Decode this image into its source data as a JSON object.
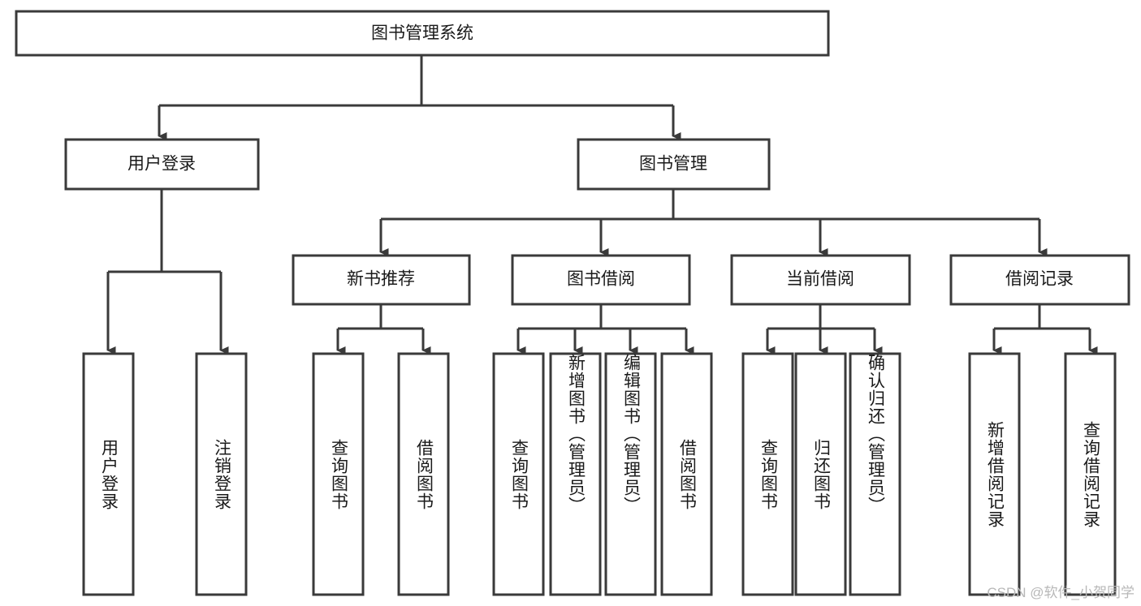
{
  "diagram": {
    "title": "图书管理系统",
    "type": "functional-structure-tree",
    "root": {
      "id": "root",
      "label": "图书管理系统"
    },
    "level2": [
      {
        "id": "user-login",
        "label": "用户登录"
      },
      {
        "id": "book-manage",
        "label": "图书管理"
      }
    ],
    "level3": [
      {
        "id": "new-book-recommend",
        "label": "新书推荐",
        "parent": "book-manage"
      },
      {
        "id": "book-borrow",
        "label": "图书借阅",
        "parent": "book-manage"
      },
      {
        "id": "current-borrow",
        "label": "当前借阅",
        "parent": "book-manage"
      },
      {
        "id": "borrow-record",
        "label": "借阅记录",
        "parent": "book-manage"
      }
    ],
    "leaves": {
      "user-login": [
        {
          "id": "leaf-user-login",
          "label": "用户登录"
        },
        {
          "id": "leaf-user-logout",
          "label": "注销登录"
        }
      ],
      "new-book-recommend": [
        {
          "id": "leaf-query-book-1",
          "label": "查询图书"
        },
        {
          "id": "leaf-borrow-book-1",
          "label": "借阅图书"
        }
      ],
      "book-borrow": [
        {
          "id": "leaf-query-book-2",
          "label": "查询图书"
        },
        {
          "id": "leaf-add-book",
          "label": "新增图书（管理员）"
        },
        {
          "id": "leaf-edit-book",
          "label": "编辑图书（管理员）"
        },
        {
          "id": "leaf-borrow-book-2",
          "label": "借阅图书"
        }
      ],
      "current-borrow": [
        {
          "id": "leaf-query-book-3",
          "label": "查询图书"
        },
        {
          "id": "leaf-return-book",
          "label": "归还图书"
        },
        {
          "id": "leaf-confirm-return",
          "label": "确认归还（管理员）"
        }
      ],
      "borrow-record": [
        {
          "id": "leaf-add-record",
          "label": "新增借阅记录"
        },
        {
          "id": "leaf-query-record",
          "label": "查询借阅记录"
        }
      ]
    }
  },
  "watermark": {
    "text": "CSDN @软件_小贺同学"
  },
  "colors": {
    "stroke": "#3a3a3a",
    "box_fill": "#ffffff",
    "text": "#1a1a1a",
    "watermark": "#b8b8b8",
    "background": "#ffffff"
  }
}
